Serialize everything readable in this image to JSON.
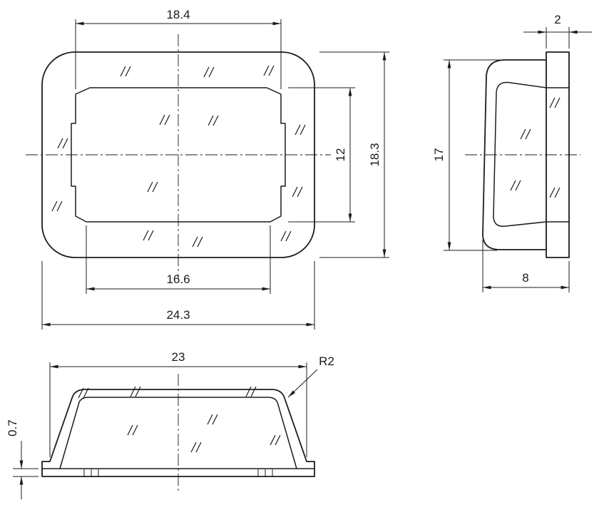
{
  "canvas": {
    "background": "#ffffff",
    "line_color": "#1c1c1c"
  },
  "views": {
    "plan": {
      "label": "plan-view",
      "dims": {
        "top_width": "18.4",
        "inner_height": "12",
        "outer_height": "18.3",
        "inner_width": "16.6",
        "outer_width": "24.3"
      }
    },
    "side": {
      "label": "side-view",
      "dims": {
        "flange_thickness": "2",
        "height": "17",
        "depth": "8"
      }
    },
    "front": {
      "label": "front-view",
      "dims": {
        "width": "23",
        "corner_radius": "R2",
        "base_thickness": "0.7"
      }
    }
  }
}
